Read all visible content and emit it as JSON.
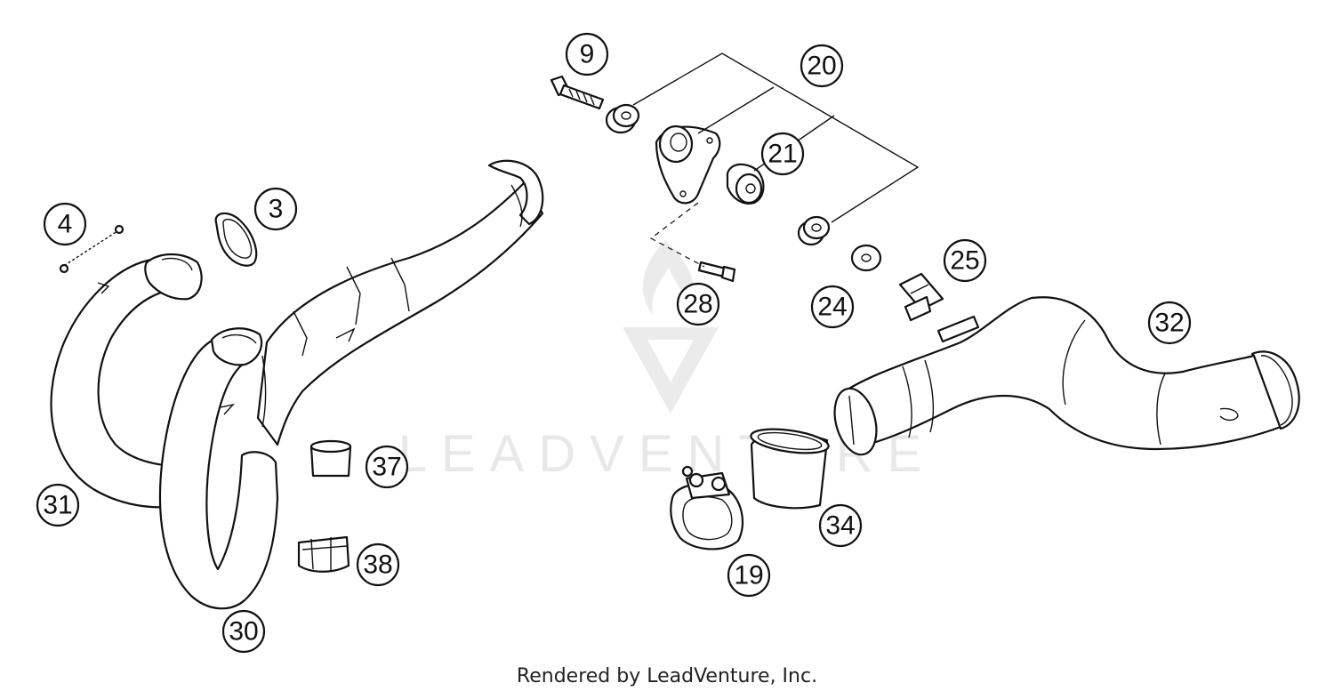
{
  "watermark": {
    "brand": "LEADVENTURE"
  },
  "callouts": [
    {
      "id": "c4",
      "label": "4"
    },
    {
      "id": "c3",
      "label": "3"
    },
    {
      "id": "c9",
      "label": "9"
    },
    {
      "id": "c20",
      "label": "20"
    },
    {
      "id": "c21",
      "label": "21"
    },
    {
      "id": "c25",
      "label": "25"
    },
    {
      "id": "c28",
      "label": "28"
    },
    {
      "id": "c24",
      "label": "24"
    },
    {
      "id": "c32",
      "label": "32"
    },
    {
      "id": "c37",
      "label": "37"
    },
    {
      "id": "c31",
      "label": "31"
    },
    {
      "id": "c34",
      "label": "34"
    },
    {
      "id": "c38",
      "label": "38"
    },
    {
      "id": "c19",
      "label": "19"
    },
    {
      "id": "c30",
      "label": "30"
    }
  ],
  "footer": {
    "text": "Rendered by LeadVenture, Inc."
  }
}
